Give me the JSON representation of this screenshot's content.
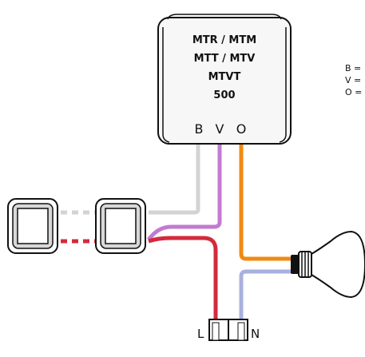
{
  "module": {
    "lines": [
      "MTR / MTM",
      "MTT / MTV",
      "MTVT",
      "500"
    ],
    "terminals": [
      "B",
      "V",
      "O"
    ]
  },
  "legend": {
    "items": [
      "B =",
      "V =",
      "O ="
    ]
  },
  "supply": {
    "labels": [
      "L",
      "N"
    ]
  },
  "colors": {
    "white_wire": "#d3d3d3",
    "violet_wire": "#c27bd0",
    "orange_wire": "#f08a12",
    "red_wire": "#d42a3c",
    "blue_wire": "#a8b0df",
    "module_body": "#f7f7f7"
  }
}
